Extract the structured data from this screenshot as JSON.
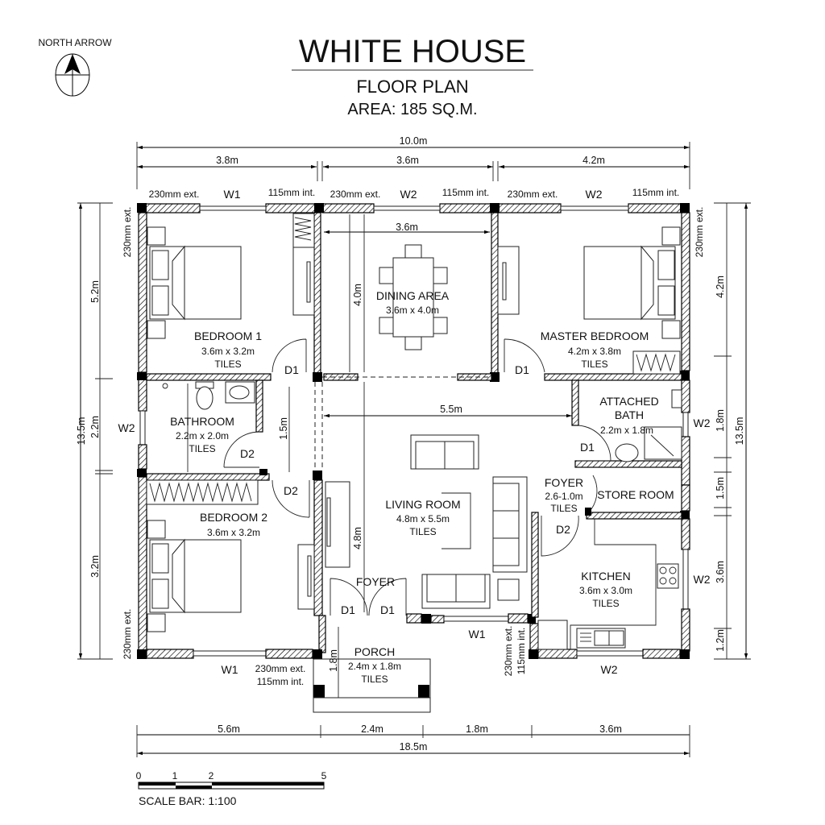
{
  "header": {
    "north_arrow_label": "NORTH ARROW",
    "title": "WHITE HOUSE",
    "subtitle": "FLOOR PLAN",
    "area": "AREA: 185 SQ.M."
  },
  "top_dimensions": {
    "overall": "10.0m",
    "segments": [
      "3.8m",
      "3.6m",
      "4.2m"
    ]
  },
  "top_wall_labels": [
    {
      "ext": "230mm ext.",
      "window": "W1",
      "int": "115mm int."
    },
    {
      "ext": "230mm ext.",
      "window": "W2",
      "int": "115mm int."
    },
    {
      "ext": "230mm ext.",
      "window": "W2",
      "int": "115mm int."
    }
  ],
  "left_dimensions": {
    "overall": "13.5m",
    "segments": [
      "5.2m",
      "2.2m",
      "3.2m"
    ],
    "wall_top": "230mm ext.",
    "wall_bottom": "230mm ext.",
    "window": "W2"
  },
  "right_dimensions": {
    "overall": "13.5m",
    "segments": [
      "4.2m",
      "1.8m",
      "1.5m",
      "3.6m",
      "1.2m"
    ],
    "wall_top": "230mm ext.",
    "windows": [
      "W2",
      "W2"
    ]
  },
  "bottom_dimensions": {
    "overall": "18.5m",
    "segments": [
      "5.6m",
      "2.4m",
      "1.8m",
      "3.6m"
    ]
  },
  "rooms": {
    "bedroom1": {
      "name": "BEDROOM 1",
      "size": "3.6m x 3.2m",
      "finish": "TILES",
      "door": "D1"
    },
    "dining": {
      "name": "DINING AREA",
      "size": "3.6m x 4.0m",
      "width_dim": "3.6m",
      "height_dim": "4.0m"
    },
    "master": {
      "name": "MASTER BEDROOM",
      "size": "4.2m x 3.8m",
      "finish": "TILES",
      "door": "D1"
    },
    "bathroom": {
      "name": "BATHROOM",
      "size": "2.2m x 2.0m",
      "finish": "TILES",
      "door": "D2"
    },
    "attached_bath": {
      "name_line1": "ATTACHED",
      "name_line2": "BATH",
      "size": "2.2m x 1.8m",
      "door": "D1"
    },
    "living": {
      "name": "LIVING ROOM",
      "size": "4.8m x 5.5m",
      "finish": "TILES",
      "width_dim": "5.5m",
      "height_dim": "4.8m"
    },
    "corridor": {
      "dim": "1.5m",
      "door": "D2"
    },
    "foyer_right": {
      "name": "FOYER",
      "size": "2.6-1.0m",
      "finish": "TILES",
      "door": "D2"
    },
    "store": {
      "name": "STORE ROOM"
    },
    "bedroom2": {
      "name": "BEDROOM 2",
      "size": "3.6m x 3.2m"
    },
    "kitchen": {
      "name": "KITCHEN",
      "size": "3.6m x 3.0m",
      "finish": "TILES"
    },
    "foyer_main": {
      "name": "FOYER",
      "door_left": "D1",
      "door_right": "D1"
    },
    "porch": {
      "name": "PORCH",
      "size": "2.4m x 1.8m",
      "finish": "TILES",
      "dim": "1.8m"
    }
  },
  "bottom_wall_labels": {
    "bedroom2_window": "W1",
    "bedroom2_ext": "230mm ext.",
    "bedroom2_int": "115mm int.",
    "living_window": "W1",
    "kitchen_ext": "230mm ext.",
    "kitchen_int": "115mm int.",
    "kitchen_window": "W2"
  },
  "scale_bar": {
    "ticks": [
      "0",
      "1",
      "2",
      "5"
    ],
    "label": "SCALE BAR: 1:100"
  }
}
